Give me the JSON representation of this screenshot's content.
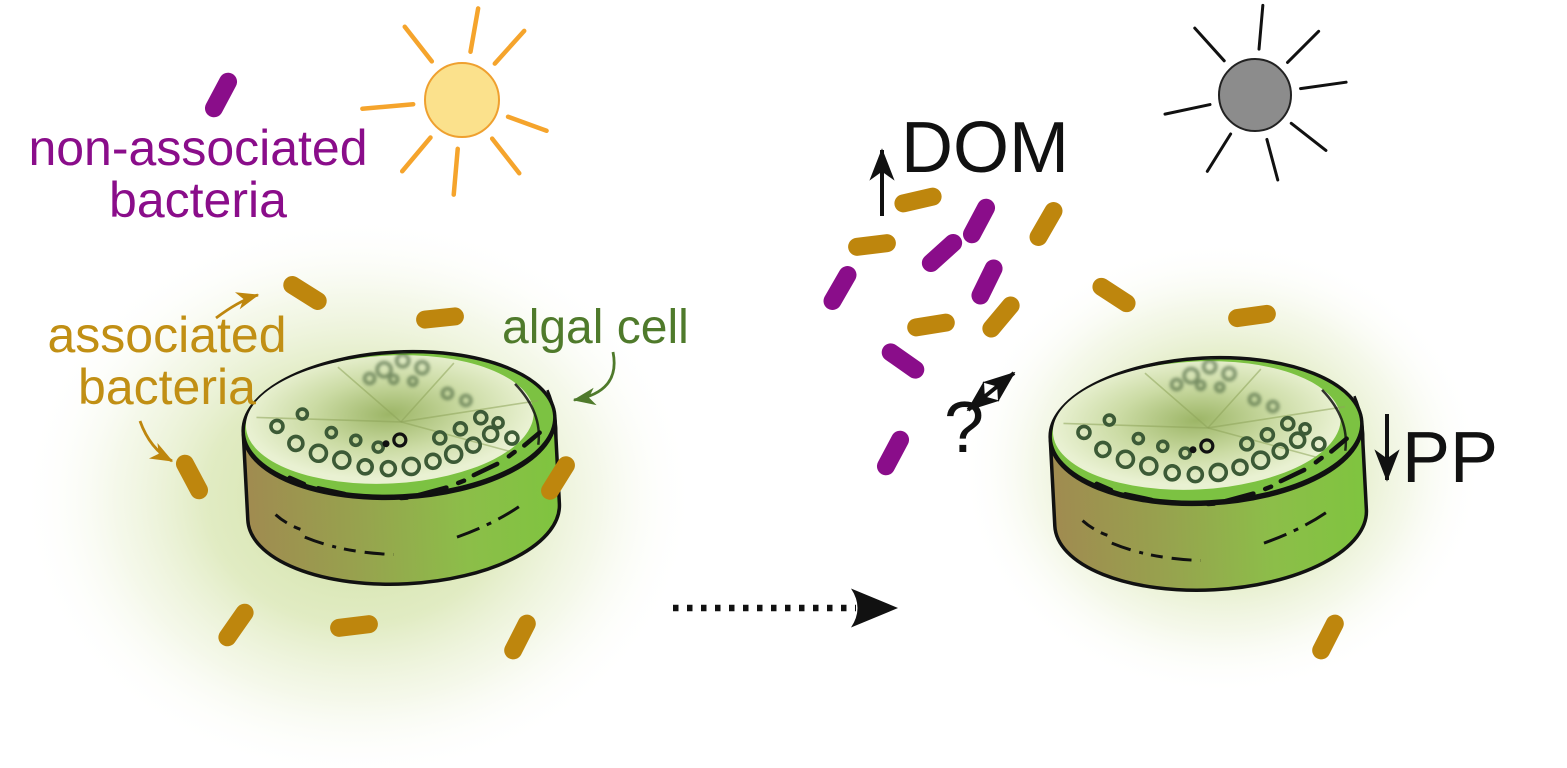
{
  "figure": {
    "type": "scientific-schematic",
    "description": "Algal cell with associated and non-associated bacteria under light (left) and dark (right) conditions; dark condition releases DOM and reduces PP",
    "labels": {
      "non_associated_line1": "non-associated",
      "non_associated_line2": "bacteria",
      "associated_line1": "associated",
      "associated_line2": "bacteria",
      "algal_cell": "algal cell",
      "dom": "DOM",
      "question": "?",
      "pp": "PP"
    },
    "colors": {
      "non_associated": "#8A0D8A",
      "associated": "#BE860D",
      "label_gold": "#C18F14",
      "algal_label": "#4F7A2B",
      "ink": "#111111",
      "sun_fill": "#FBE18C",
      "sun_ray": "#F5A42C",
      "dark_sun": "#8C8C8C",
      "glow": "#CFE19F",
      "cell_rim": "#7CC242",
      "cell_side": "#8CBE49",
      "organelle": "#3C5A36"
    },
    "icons": [
      "sun-icon",
      "dark-sun-icon",
      "algal-cell-icon",
      "associated-bacterium-icon",
      "non-associated-bacterium-icon",
      "dom-up-arrow-icon",
      "pp-down-arrow-icon",
      "exchange-double-arrow-icon",
      "transition-dotted-arrow-icon",
      "label-pointer-arrow-icon"
    ]
  }
}
